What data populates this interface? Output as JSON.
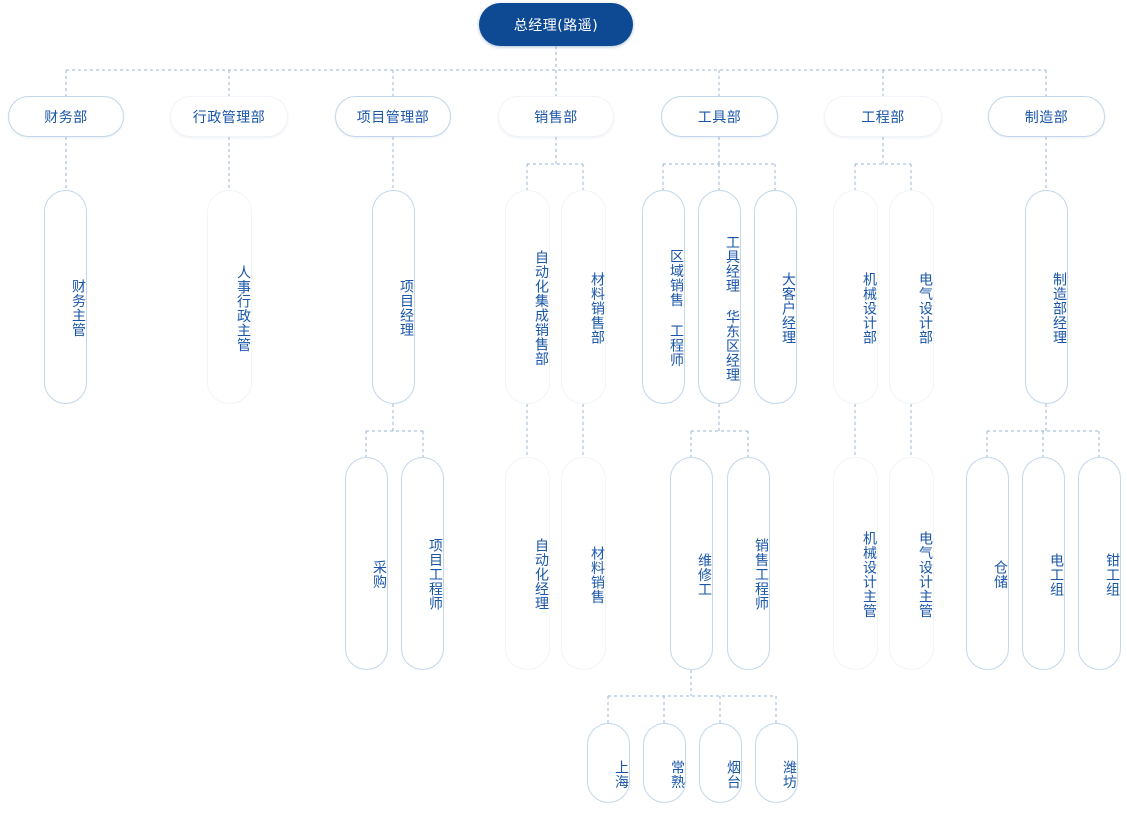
{
  "root": {
    "label": "总经理(路遥)"
  },
  "departments": [
    {
      "label": "财务部",
      "children": [
        {
          "label": "财务主管"
        }
      ]
    },
    {
      "label": "行政管理部",
      "children": [
        {
          "label": "人事行政主管"
        }
      ]
    },
    {
      "label": "项目管理部",
      "children": [
        {
          "label": "项目经理",
          "children": [
            {
              "label": "采购"
            },
            {
              "label": "项目工程师"
            }
          ]
        }
      ]
    },
    {
      "label": "销售部",
      "children": [
        {
          "label": "自动化集成销售部",
          "children": [
            {
              "label": "自动化经理"
            }
          ]
        },
        {
          "label": "材料销售部",
          "children": [
            {
              "label": "材料销售"
            }
          ]
        }
      ]
    },
    {
      "label": "工具部",
      "children": [
        {
          "label": "区域销售 工程师"
        },
        {
          "label": "工具经理 华东区经理",
          "children": [
            {
              "label": "维修工",
              "children": [
                {
                  "label": "上海"
                },
                {
                  "label": "常熟"
                },
                {
                  "label": "烟台"
                },
                {
                  "label": "潍坊"
                }
              ]
            },
            {
              "label": "销售工程师"
            }
          ]
        },
        {
          "label": "大客户经理"
        }
      ]
    },
    {
      "label": "工程部",
      "children": [
        {
          "label": "机械设计部",
          "children": [
            {
              "label": "机械设计主管"
            }
          ]
        },
        {
          "label": "电气设计部",
          "children": [
            {
              "label": "电气设计主管"
            }
          ]
        }
      ]
    },
    {
      "label": "制造部",
      "children": [
        {
          "label": "制造部经理",
          "children": [
            {
              "label": "仓储"
            },
            {
              "label": "电工组"
            },
            {
              "label": "钳工组"
            }
          ]
        }
      ]
    }
  ]
}
